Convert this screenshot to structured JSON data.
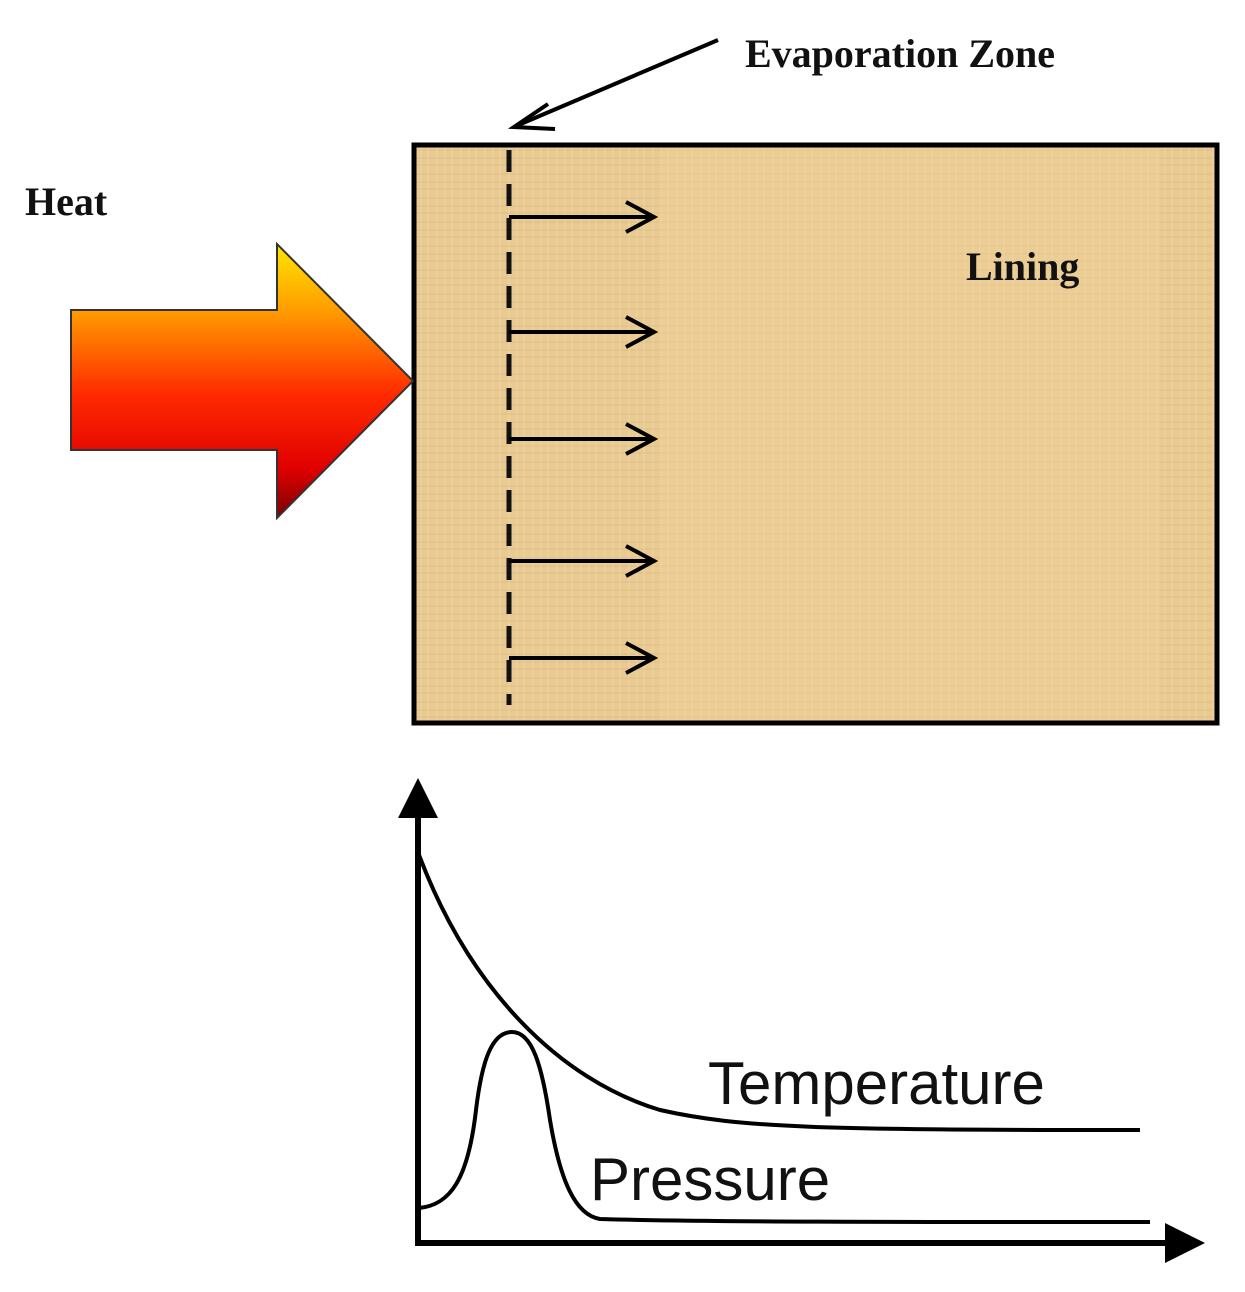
{
  "labels": {
    "evaporation_zone": "Evaporation Zone",
    "heat": "Heat",
    "lining": "Lining",
    "temperature": "Temperature",
    "pressure": "Pressure"
  },
  "colors": {
    "heat_arrow_top": "#ffe600",
    "heat_arrow_mid": "#ff6a00",
    "heat_arrow_low": "#ff0000",
    "heat_arrow_bottom": "#8b0000",
    "lining_fill": "#e8c98f",
    "lining_stroke": "#000000"
  },
  "icons": {
    "heat_arrow": "heat-arrow-icon",
    "flow_arrows": "flow-arrow-icon"
  },
  "flow_arrow_count": 5
}
